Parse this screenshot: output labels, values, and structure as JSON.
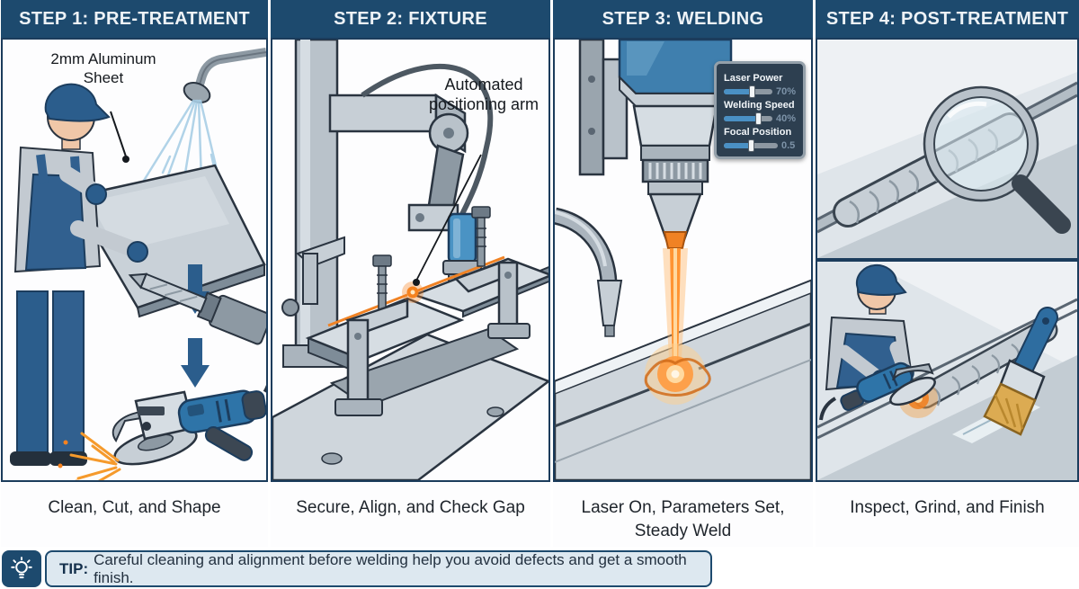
{
  "steps": [
    {
      "id": "pre-treatment",
      "title": "STEP 1: PRE-TREATMENT",
      "caption": "Clean, Cut, and Shape",
      "callout": "2mm Aluminum Sheet"
    },
    {
      "id": "fixture",
      "title": "STEP 2: FIXTURE",
      "caption": "Secure, Align, and Check Gap",
      "callout": "Automated positioning arm"
    },
    {
      "id": "welding",
      "title": "STEP 3: WELDING",
      "caption": "Laser On, Parameters Set, Steady Weld",
      "params": {
        "sliders": [
          {
            "label": "Laser Power",
            "value": "70%",
            "fill_pct": 57
          },
          {
            "label": "Welding Speed",
            "value": "40%",
            "fill_pct": 70
          },
          {
            "label": "Focal Position",
            "value": "0.5",
            "fill_pct": 50
          }
        ]
      }
    },
    {
      "id": "post-treatment",
      "title": "STEP 4: POST-TREATMENT",
      "caption": "Inspect, Grind, and Finish"
    }
  ],
  "tip": {
    "prefix": "TIP:",
    "text": "Careful cleaning and alignment before welding help you avoid defects and get a smooth finish."
  },
  "colors": {
    "header_bg": "#1d4a6e",
    "accent_blue": "#2e74a8",
    "seam_orange": "#f08224",
    "tip_bg": "#dde8f0",
    "spark_orange": "#f59a2c"
  }
}
